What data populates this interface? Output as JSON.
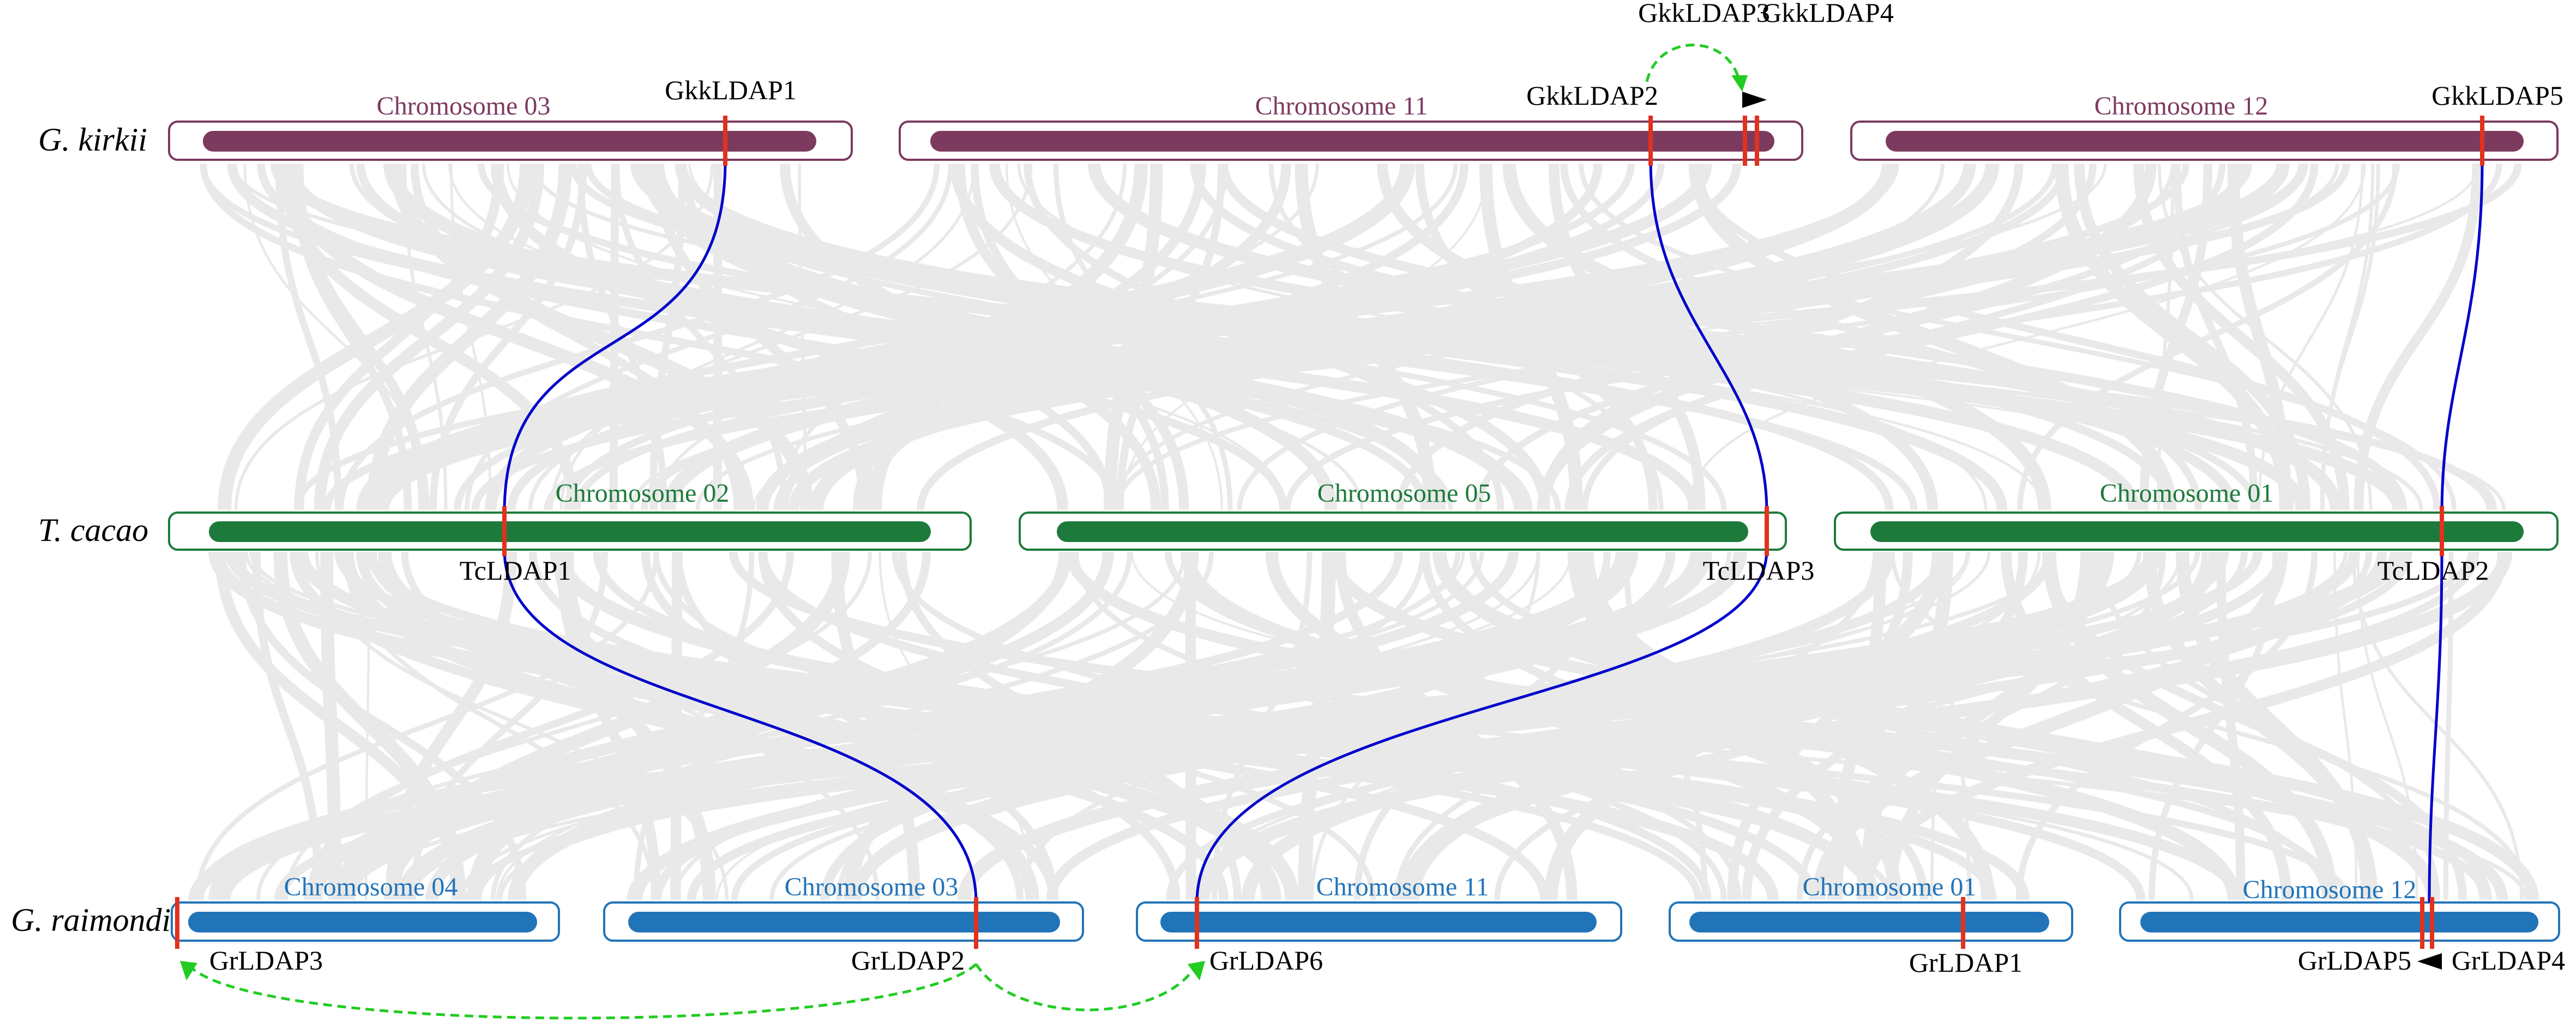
{
  "species": {
    "top": "G.  kirkii",
    "middle": "T. cacao",
    "bottom": "G. raimondii"
  },
  "colors": {
    "kirkii": "#7d3a5f",
    "cacao": "#1d7a3a",
    "raimondii": "#2274b8",
    "gene_marker": "#e2311d",
    "ortholog_link": "#0000cc",
    "duplication_link": "#22cc22",
    "background_synteny": "#e3e3e3"
  },
  "chromosomes": {
    "kirkii": [
      "Chromosome 03",
      "Chromosome 11",
      "Chromosome 12"
    ],
    "cacao": [
      "Chromosome 02",
      "Chromosome 05",
      "Chromosome 01"
    ],
    "raimondii": [
      "Chromosome 04",
      "Chromosome 03",
      "Chromosome 11",
      "Chromosome 01",
      "Chromosome 12"
    ]
  },
  "genes": {
    "kirkii": [
      "GkkLDAP1",
      "GkkLDAP2",
      "GkkLDAP3",
      "GkkLDAP4",
      "GkkLDAP5"
    ],
    "cacao": [
      "TcLDAP1",
      "TcLDAP3",
      "TcLDAP2"
    ],
    "raimondii": [
      "GrLDAP3",
      "GrLDAP2",
      "GrLDAP6",
      "GrLDAP1",
      "GrLDAP5",
      "GrLDAP4"
    ]
  }
}
